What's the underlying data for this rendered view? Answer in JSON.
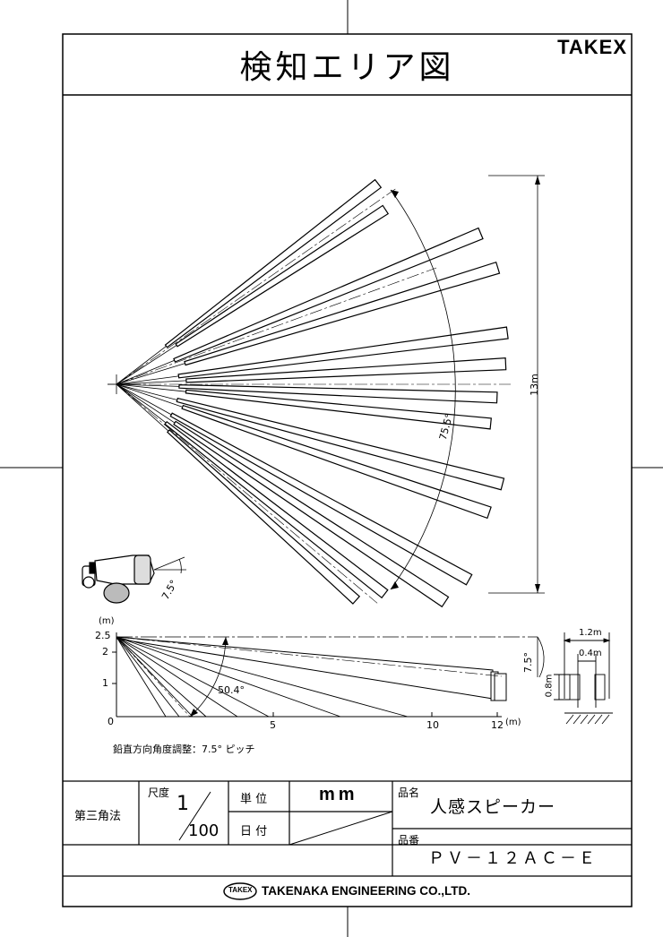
{
  "header": {
    "title": "検知エリア図",
    "brand": "TAKEX"
  },
  "top_view": {
    "angle_label": "75.5°",
    "distance_label": "13m",
    "tilt_label": "7.5°"
  },
  "side_view": {
    "unit_y": "(m)",
    "y_ticks": [
      "2.5",
      "2",
      "1",
      "0"
    ],
    "x_ticks": [
      "5",
      "10",
      "12"
    ],
    "unit_x": "(m)",
    "angle_label": "50.4°",
    "tilt_label": "7.5°",
    "note": "鉛直方向角度調整：7.5° ピッチ"
  },
  "beam_detail": {
    "width_label": "1.2m",
    "gap_label": "0.4m",
    "height_label": "0.8m"
  },
  "title_block": {
    "projection": "第三角法",
    "scale_label": "尺度",
    "scale_num": "1",
    "scale_den": "100",
    "unit_label": "単 位",
    "unit_value": "mm",
    "date_label": "日 付",
    "product_name_label": "品名",
    "product_name": "人感スピーカー",
    "product_no_label": "品番",
    "product_no": "ＰＶ－１２ＡＣ－Ｅ",
    "company_logo": "TAKEX",
    "company": "TAKENAKA ENGINEERING CO.,LTD."
  }
}
